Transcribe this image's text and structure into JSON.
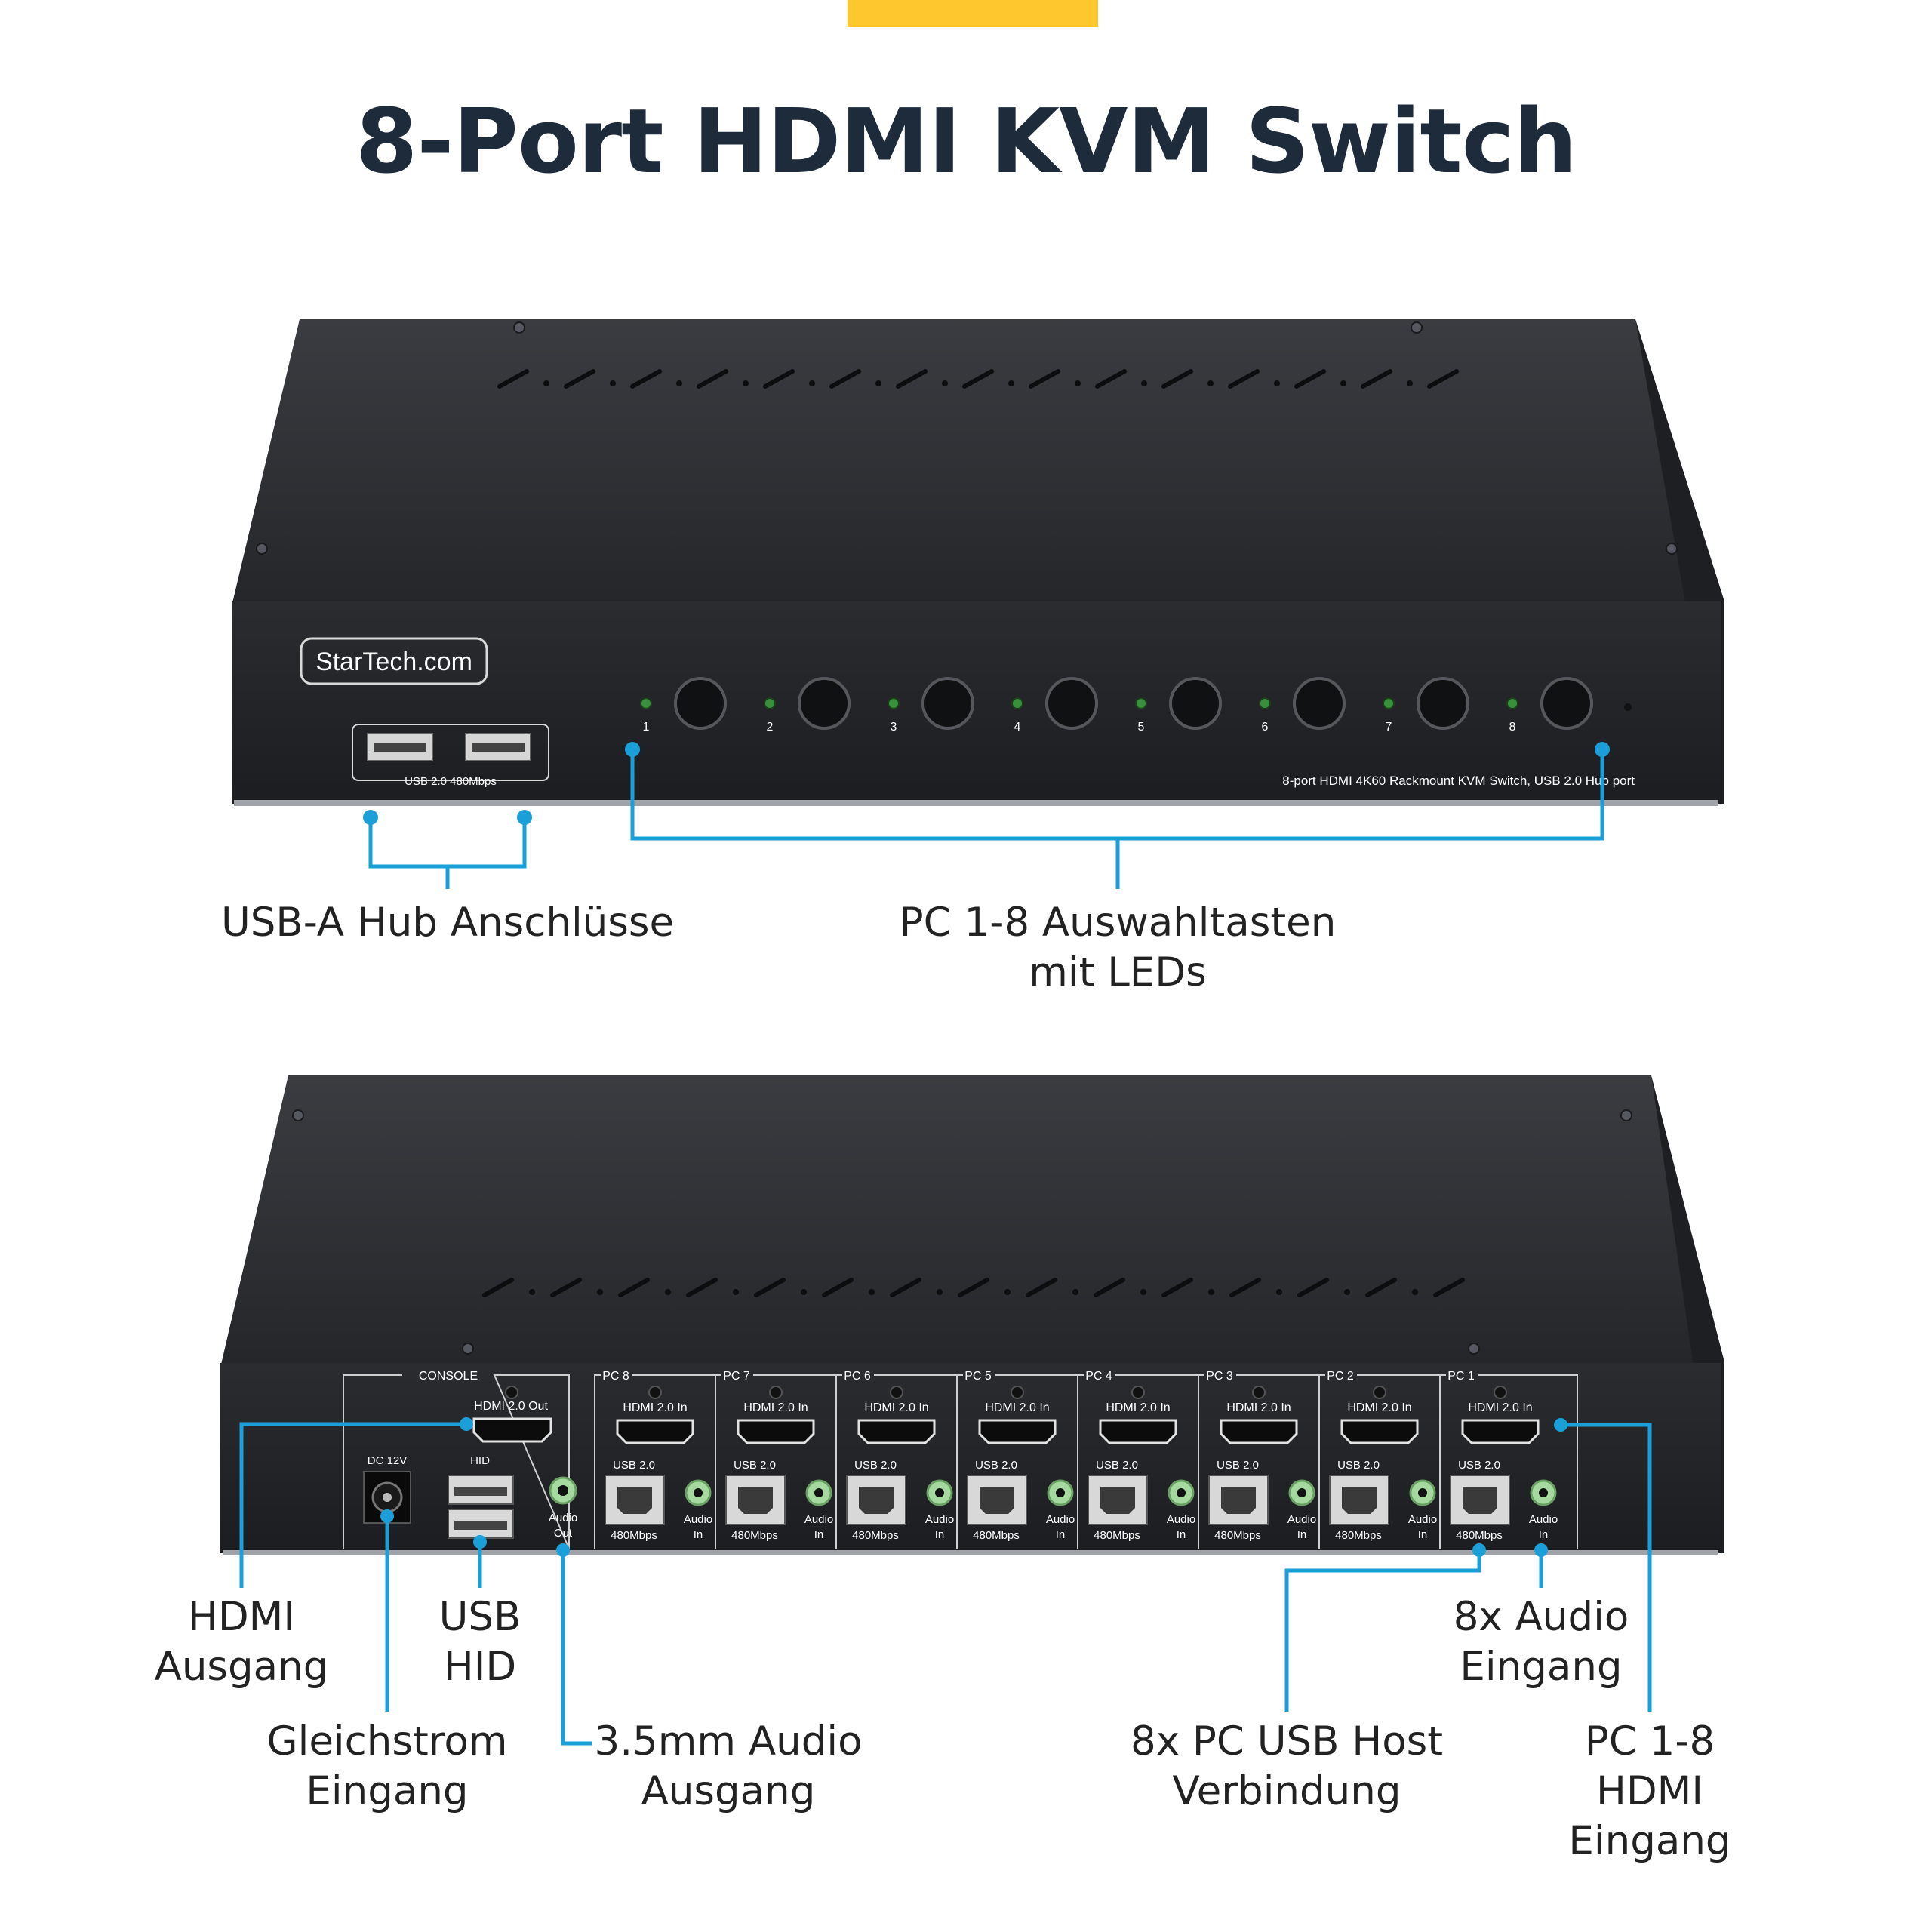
{
  "title": "8-Port HDMI KVM Switch",
  "colors": {
    "accent": "#fec72e",
    "callout": "#1a9fd9",
    "title": "#1d2b3a",
    "device": "#2b2d31",
    "led": "#3a8f3a"
  },
  "front_panel": {
    "brand": "StarTech.com",
    "usb_port_caption": "USB 2.0 480Mbps",
    "model_caption": "8-port HDMI 4K60 Rackmount KVM Switch, USB 2.0 Hub port",
    "button_numbers": [
      "1",
      "2",
      "3",
      "4",
      "5",
      "6",
      "7",
      "8"
    ]
  },
  "rear_panel": {
    "console_label": "CONSOLE",
    "hdmi_out_label": "HDMI 2.0 Out",
    "dc_label": "DC 12V",
    "hid_label": "HID",
    "audio_out_label": [
      "Audio",
      "Out"
    ],
    "pc_labels": [
      "PC 8",
      "PC 7",
      "PC 6",
      "PC 5",
      "PC 4",
      "PC 3",
      "PC 2",
      "PC 1"
    ],
    "hdmi_in_label": "HDMI 2.0 In",
    "usb_label": "USB 2.0",
    "usb_speed_label": "480Mbps",
    "audio_in_label": [
      "Audio",
      "In"
    ]
  },
  "callouts": {
    "usb_hub": [
      "USB-A Hub Anschlüsse"
    ],
    "pc_buttons": [
      "PC 1-8 Auswahltasten",
      "mit LEDs"
    ],
    "hdmi_out": [
      "HDMI",
      "Ausgang"
    ],
    "usb_hid": [
      "USB",
      "HID"
    ],
    "dc_in": [
      "Gleichstrom",
      "Eingang"
    ],
    "audio_out": [
      "3.5mm Audio",
      "Ausgang"
    ],
    "pc_usb_host": [
      "8x PC USB Host",
      "Verbindung"
    ],
    "audio_in": [
      "8x Audio",
      "Eingang"
    ],
    "hdmi_in": [
      "PC 1-8",
      "HDMI",
      "Eingang"
    ]
  }
}
